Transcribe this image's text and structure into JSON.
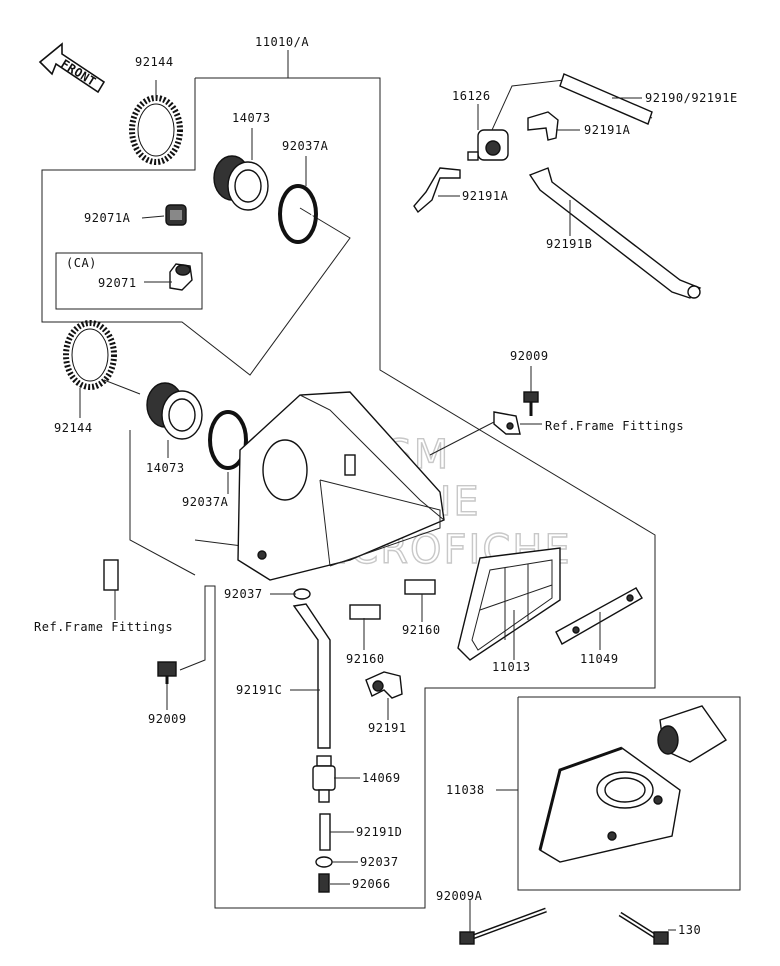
{
  "front_arrow": "FRONT",
  "watermark": {
    "line1": "HLSM",
    "line2": "ONLINE",
    "line3": "MICROFICHE"
  },
  "labels": {
    "l_11010A": "11010/A",
    "l_92144_top": "92144",
    "l_14073_top": "14073",
    "l_92037A_top": "92037A",
    "l_92071A": "92071A",
    "l_ca": "(CA)",
    "l_92071": "92071",
    "l_92144_mid": "92144",
    "l_14073_mid": "14073",
    "l_92037A_mid": "92037A",
    "l_16126": "16126",
    "l_92190": "92190/92191E",
    "l_92191A_right": "92191A",
    "l_92191A_left": "92191A",
    "l_92191B": "92191B",
    "l_92009_top": "92009",
    "l_ref_frame_right": "Ref.Frame Fittings",
    "l_ref_frame_left": "Ref.Frame Fittings",
    "l_92037": "92037",
    "l_92160_right": "92160",
    "l_92160_left": "92160",
    "l_11013": "11013",
    "l_11049": "11049",
    "l_92009_left": "92009",
    "l_92191C": "92191C",
    "l_92191": "92191",
    "l_14069": "14069",
    "l_92191D": "92191D",
    "l_92037_low": "92037",
    "l_92066": "92066",
    "l_11038": "11038",
    "l_92009A": "92009A",
    "l_130": "130"
  }
}
